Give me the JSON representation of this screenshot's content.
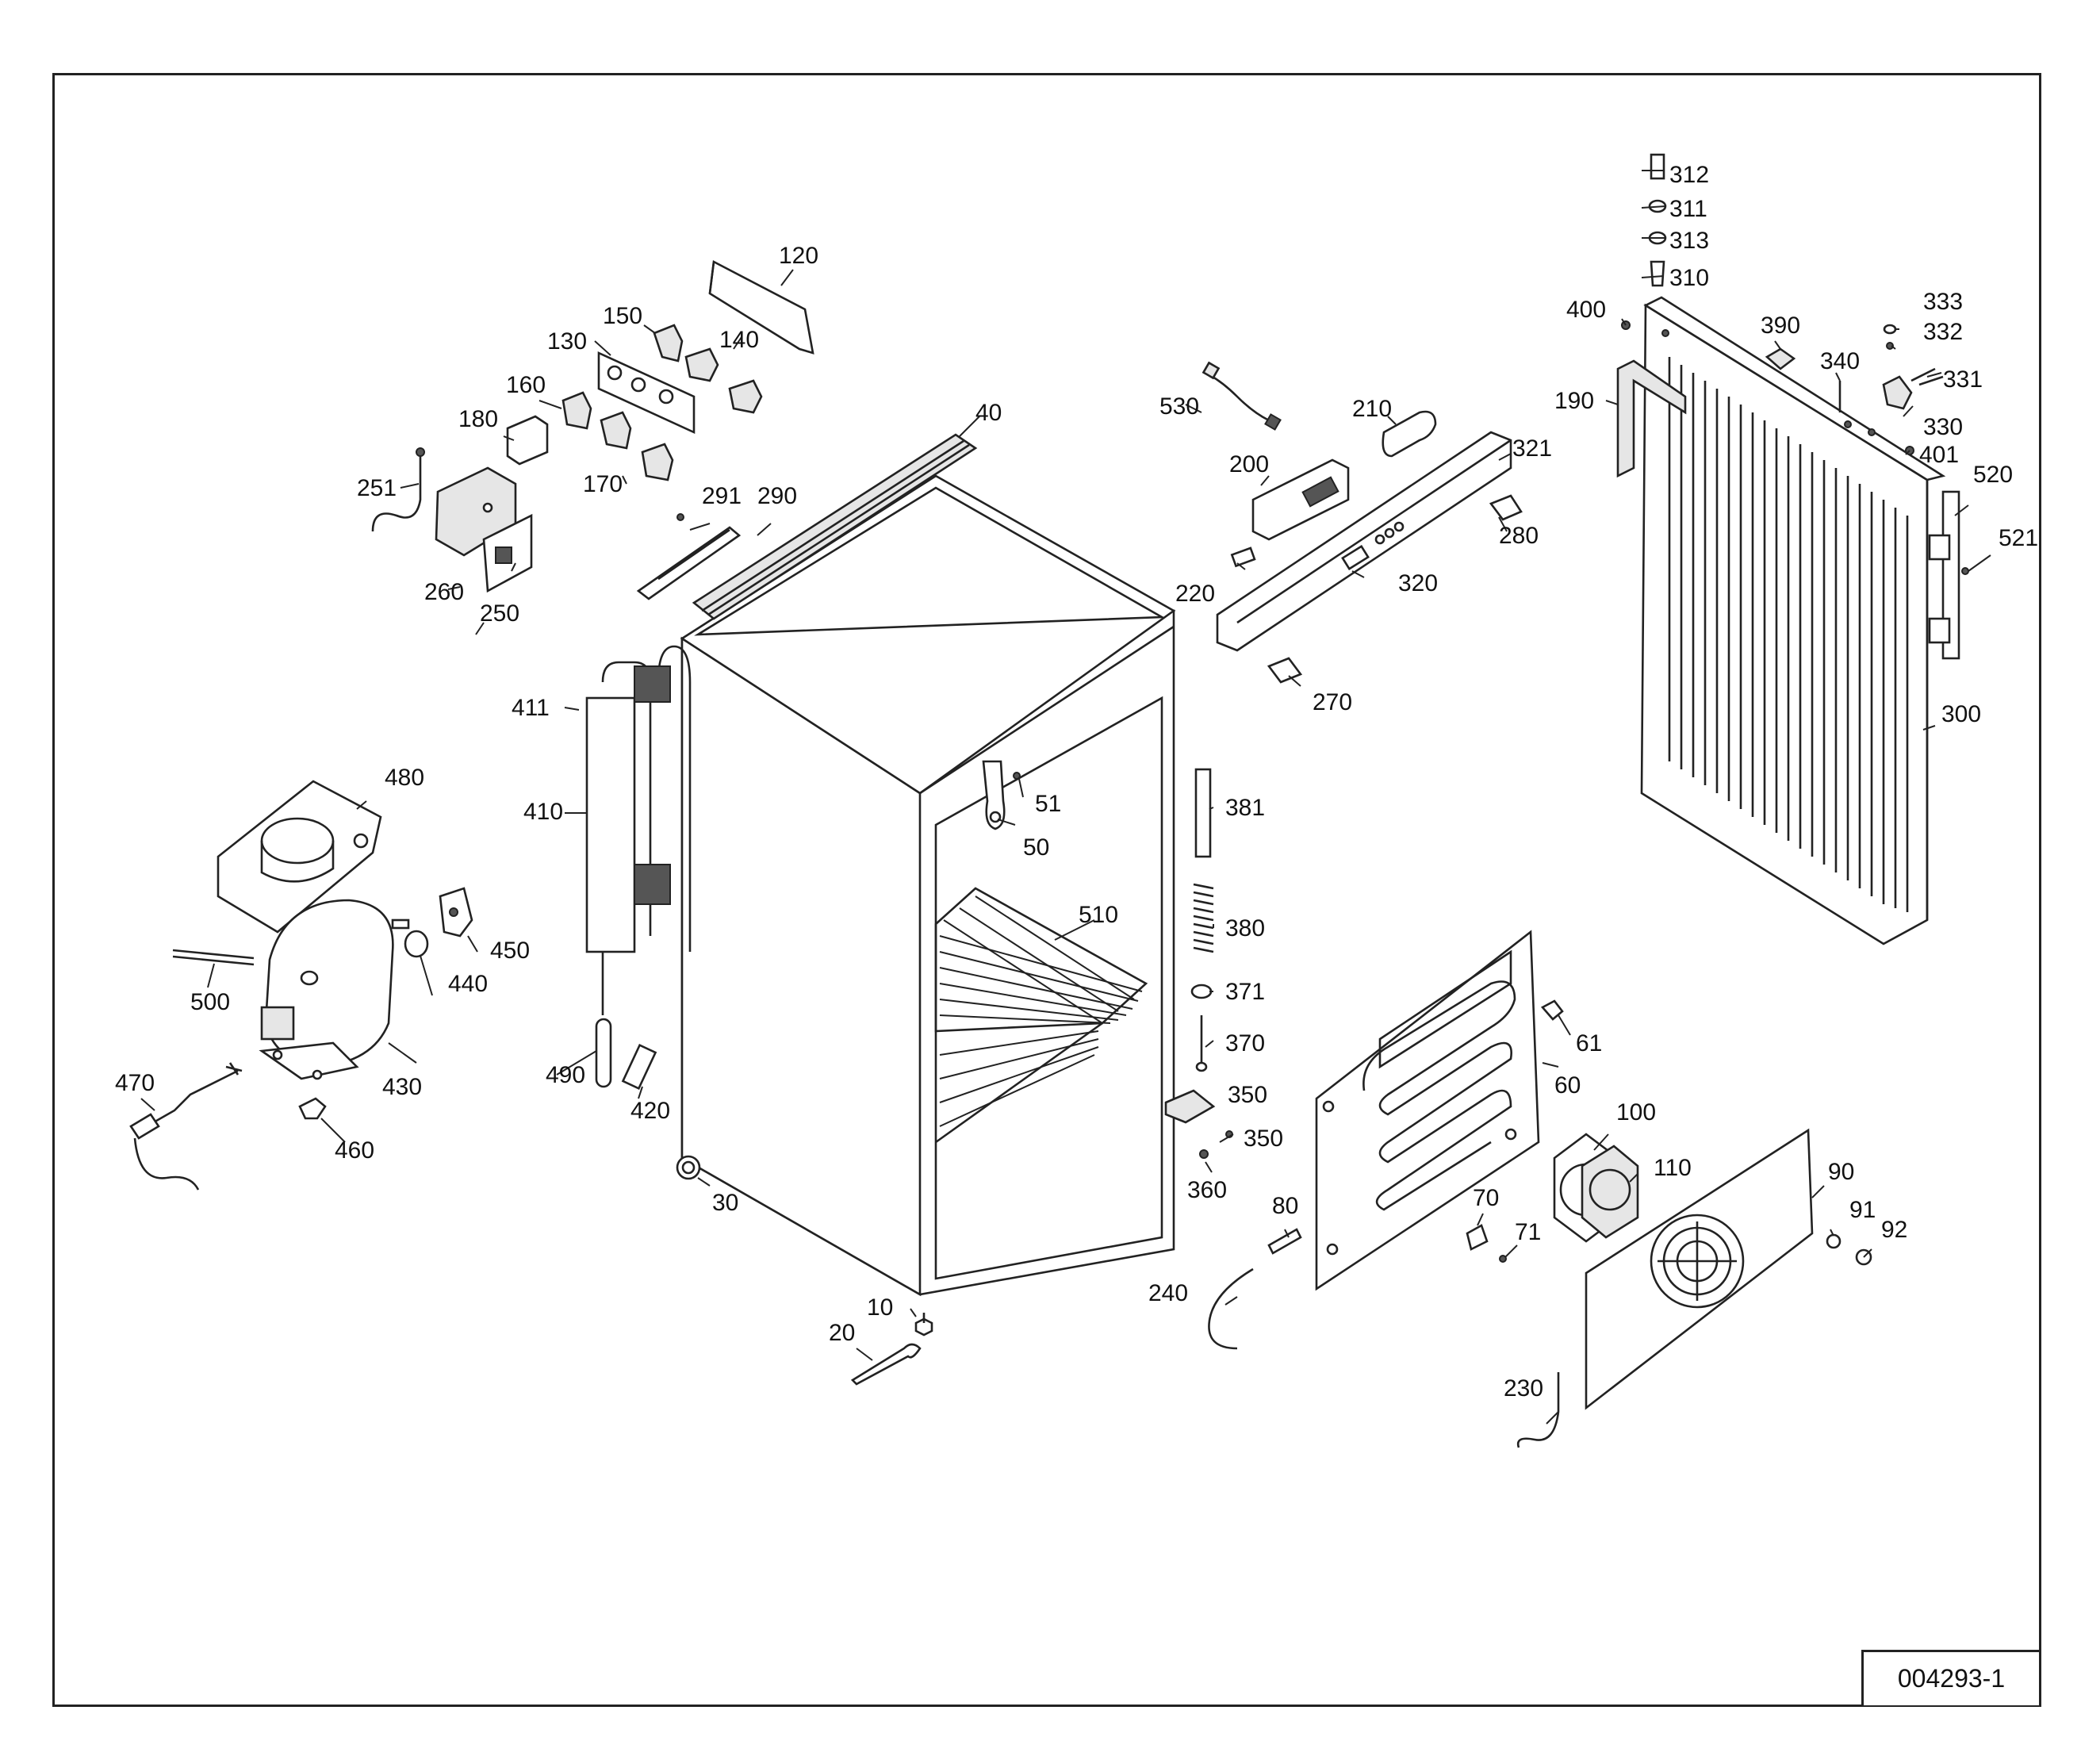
{
  "diagram": {
    "drawing_number": "004293-1",
    "labels": [
      "10",
      "20",
      "30",
      "40",
      "50",
      "51",
      "60",
      "61",
      "70",
      "71",
      "80",
      "90",
      "91",
      "92",
      "100",
      "110",
      "120",
      "130",
      "140",
      "150",
      "160",
      "170",
      "180",
      "190",
      "200",
      "210",
      "220",
      "230",
      "240",
      "250",
      "251",
      "260",
      "270",
      "280",
      "290",
      "291",
      "300",
      "310",
      "311",
      "312",
      "313",
      "320",
      "321",
      "330",
      "331",
      "332",
      "333",
      "340",
      "350",
      "350",
      "360",
      "370",
      "371",
      "380",
      "381",
      "390",
      "400",
      "401",
      "410",
      "411",
      "420",
      "430",
      "440",
      "450",
      "460",
      "470",
      "480",
      "490",
      "500",
      "510",
      "520",
      "521",
      "530"
    ]
  }
}
